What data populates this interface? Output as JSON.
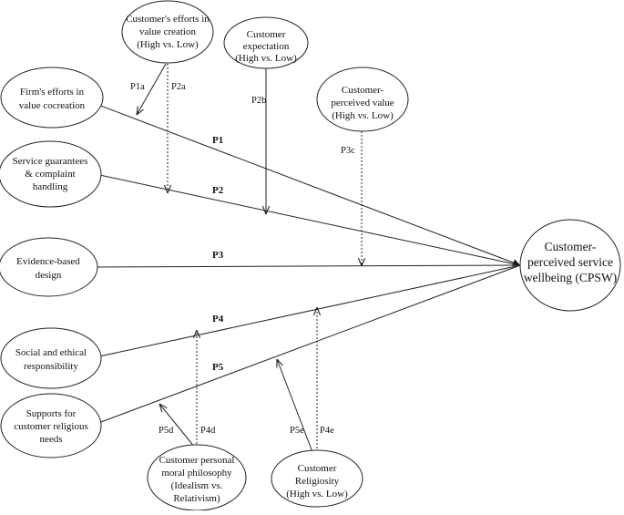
{
  "nodes": {
    "firm_efforts": [
      "Firm's efforts in",
      "value cocreation"
    ],
    "service_guarantees": [
      "Service guarantees",
      "& complaint",
      "handling"
    ],
    "evidence_design": [
      "Evidence-based",
      "design"
    ],
    "social_ethical": [
      "Social and ethical",
      "responsibility"
    ],
    "religious_needs": [
      "Supports for",
      "customer religious",
      "needs"
    ],
    "customer_efforts": [
      "Customer's efforts in",
      "value creation",
      "(High vs. Low)"
    ],
    "customer_expectation": [
      "Customer",
      "expectation",
      "(High vs. Low)"
    ],
    "perceived_value": [
      "Customer-",
      "perceived value",
      "(High vs. Low)"
    ],
    "moral_philosophy": [
      "Customer personal",
      "moral philosophy",
      "(Idealism vs.",
      "Relativism)"
    ],
    "religiosity": [
      "Customer",
      "Religiosity",
      "(High vs. Low)"
    ],
    "cpsw": [
      "Customer-",
      "perceived service",
      "wellbeing (CPSW)"
    ]
  },
  "paths": {
    "p1": "P1",
    "p2": "P2",
    "p3": "P3",
    "p4": "P4",
    "p5": "P5"
  },
  "moderators": {
    "p1a": "P1a",
    "p2a": "P2a",
    "p2b": "P2b",
    "p3c": "P3c",
    "p4d": "P4d",
    "p5d": "P5d",
    "p4e": "P4e",
    "p5e": "P5e"
  }
}
